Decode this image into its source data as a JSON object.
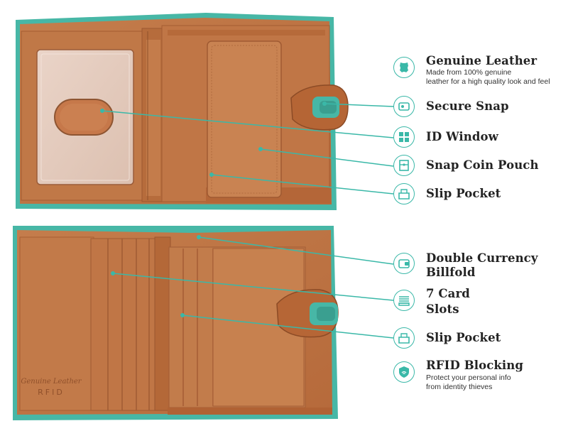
{
  "brand": {
    "accent": "#3ab8a8",
    "leather": "#c27a49",
    "trim": "#47b7a6"
  },
  "stamp": {
    "line1": "Genuine Leather",
    "line2": "RFID"
  },
  "features": [
    {
      "icon": "leather-hide-icon",
      "title": "Genuine Leather",
      "desc": [
        "Made from 100% genuine",
        "leather for a high quality look and feel"
      ]
    },
    {
      "icon": "snap-button-icon",
      "title": "Secure Snap"
    },
    {
      "icon": "id-window-icon",
      "title": "ID Window"
    },
    {
      "icon": "coin-pouch-icon",
      "title": "Snap Coin Pouch"
    },
    {
      "icon": "slip-pocket-icon",
      "title": "Slip Pocket"
    },
    {
      "icon": "bifold-wallet-icon",
      "title": [
        "Double Currency",
        "Billfold"
      ]
    },
    {
      "icon": "card-stack-icon",
      "title": [
        "7 Card",
        "Slots"
      ]
    },
    {
      "icon": "slip-pocket-icon",
      "title": "Slip Pocket"
    },
    {
      "icon": "rfid-shield-icon",
      "title": "RFID Blocking",
      "desc": [
        "Protect your personal info",
        "from identity thieves"
      ]
    }
  ]
}
